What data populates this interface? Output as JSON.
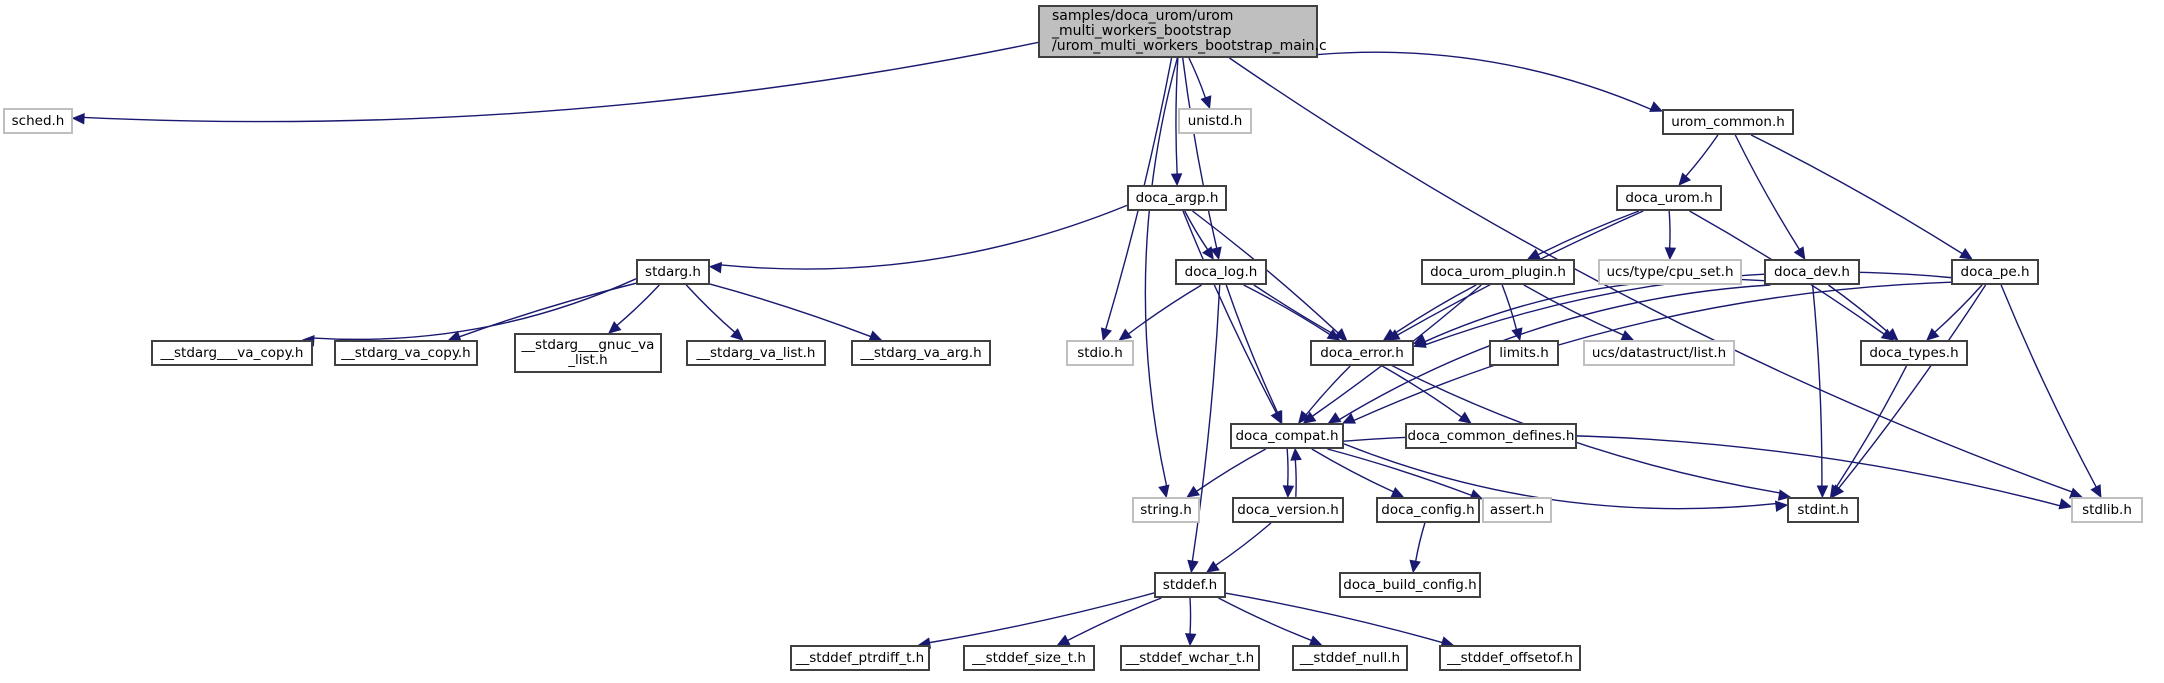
{
  "graph": {
    "title": "Include dependency graph for urom_multi_workers_bootstrap_main.c",
    "edge_color": "#191970",
    "root_fill": "#bfbfbf",
    "node_border": "#404040",
    "external_border": "#bfbfbf",
    "nodes": {
      "root": {
        "label": "samples/doca_urom/urom\n_multi_workers_bootstrap\n/urom_multi_workers_bootstrap_main.c",
        "kind": "root"
      },
      "sched": {
        "label": "sched.h",
        "kind": "external"
      },
      "unistd": {
        "label": "unistd.h",
        "kind": "external"
      },
      "urom_common": {
        "label": "urom_common.h",
        "kind": "documented"
      },
      "doca_argp": {
        "label": "doca_argp.h",
        "kind": "documented"
      },
      "doca_urom": {
        "label": "doca_urom.h",
        "kind": "documented"
      },
      "stdarg": {
        "label": "stdarg.h",
        "kind": "documented"
      },
      "doca_log": {
        "label": "doca_log.h",
        "kind": "documented"
      },
      "doca_urom_plugin": {
        "label": "doca_urom_plugin.h",
        "kind": "documented"
      },
      "cpu_set": {
        "label": "ucs/type/cpu_set.h",
        "kind": "external"
      },
      "doca_dev": {
        "label": "doca_dev.h",
        "kind": "documented"
      },
      "doca_pe": {
        "label": "doca_pe.h",
        "kind": "documented"
      },
      "sva_copy2": {
        "label": "__stdarg___va_copy.h",
        "kind": "documented"
      },
      "sva_copy": {
        "label": "__stdarg_va_copy.h",
        "kind": "documented"
      },
      "sgnuc": {
        "label": "__stdarg___gnuc_va\n_list.h",
        "kind": "documented"
      },
      "sva_list": {
        "label": "__stdarg_va_list.h",
        "kind": "documented"
      },
      "sva_arg": {
        "label": "__stdarg_va_arg.h",
        "kind": "documented"
      },
      "stdio": {
        "label": "stdio.h",
        "kind": "external"
      },
      "doca_error": {
        "label": "doca_error.h",
        "kind": "documented"
      },
      "limits": {
        "label": "limits.h",
        "kind": "documented"
      },
      "ucs_list": {
        "label": "ucs/datastruct/list.h",
        "kind": "external"
      },
      "doca_types": {
        "label": "doca_types.h",
        "kind": "documented"
      },
      "doca_compat": {
        "label": "doca_compat.h",
        "kind": "documented"
      },
      "doca_common_defines": {
        "label": "doca_common_defines.h",
        "kind": "documented"
      },
      "string": {
        "label": "string.h",
        "kind": "external"
      },
      "doca_version": {
        "label": "doca_version.h",
        "kind": "documented"
      },
      "doca_config": {
        "label": "doca_config.h",
        "kind": "documented"
      },
      "assert": {
        "label": "assert.h",
        "kind": "external"
      },
      "stdint": {
        "label": "stdint.h",
        "kind": "documented"
      },
      "stdlib": {
        "label": "stdlib.h",
        "kind": "external"
      },
      "stddef": {
        "label": "stddef.h",
        "kind": "documented"
      },
      "doca_build_config": {
        "label": "doca_build_config.h",
        "kind": "documented"
      },
      "sd_ptrdiff": {
        "label": "__stddef_ptrdiff_t.h",
        "kind": "documented"
      },
      "sd_size": {
        "label": "__stddef_size_t.h",
        "kind": "documented"
      },
      "sd_wchar": {
        "label": "__stddef_wchar_t.h",
        "kind": "documented"
      },
      "sd_null": {
        "label": "__stddef_null.h",
        "kind": "documented"
      },
      "sd_offsetof": {
        "label": "__stddef_offsetof.h",
        "kind": "documented"
      }
    },
    "edges": [
      [
        "root",
        "sched"
      ],
      [
        "root",
        "string"
      ],
      [
        "root",
        "stdio"
      ],
      [
        "root",
        "doca_argp"
      ],
      [
        "root",
        "unistd"
      ],
      [
        "root",
        "doca_log"
      ],
      [
        "root",
        "urom_common"
      ],
      [
        "root",
        "stdlib"
      ],
      [
        "doca_argp",
        "stdarg"
      ],
      [
        "doca_argp",
        "doca_log"
      ],
      [
        "doca_argp",
        "doca_error"
      ],
      [
        "doca_argp",
        "doca_compat"
      ],
      [
        "stdarg",
        "sva_copy2"
      ],
      [
        "stdarg",
        "sva_copy"
      ],
      [
        "stdarg",
        "sgnuc"
      ],
      [
        "stdarg",
        "sva_list"
      ],
      [
        "stdarg",
        "sva_arg"
      ],
      [
        "doca_log",
        "stdio"
      ],
      [
        "doca_log",
        "doca_error"
      ],
      [
        "doca_log",
        "doca_compat"
      ],
      [
        "doca_log",
        "stddef"
      ],
      [
        "doca_log",
        "stdint"
      ],
      [
        "urom_common",
        "doca_urom"
      ],
      [
        "urom_common",
        "doca_dev"
      ],
      [
        "urom_common",
        "doca_pe"
      ],
      [
        "doca_urom",
        "doca_urom_plugin"
      ],
      [
        "doca_urom",
        "cpu_set"
      ],
      [
        "doca_urom",
        "doca_error"
      ],
      [
        "doca_urom",
        "doca_types"
      ],
      [
        "doca_urom_plugin",
        "doca_error"
      ],
      [
        "doca_urom_plugin",
        "limits"
      ],
      [
        "doca_urom_plugin",
        "ucs_list"
      ],
      [
        "doca_urom_plugin",
        "doca_compat"
      ],
      [
        "doca_dev",
        "doca_error"
      ],
      [
        "doca_dev",
        "doca_types"
      ],
      [
        "doca_dev",
        "doca_compat"
      ],
      [
        "doca_dev",
        "stdint"
      ],
      [
        "doca_pe",
        "doca_error"
      ],
      [
        "doca_pe",
        "doca_types"
      ],
      [
        "doca_pe",
        "doca_compat"
      ],
      [
        "doca_pe",
        "stdint"
      ],
      [
        "doca_pe",
        "stdlib"
      ],
      [
        "doca_types",
        "stdint"
      ],
      [
        "doca_error",
        "doca_compat"
      ],
      [
        "doca_error",
        "doca_common_defines"
      ],
      [
        "doca_compat",
        "string"
      ],
      [
        "doca_compat",
        "doca_version"
      ],
      [
        "doca_compat",
        "doca_config"
      ],
      [
        "doca_compat",
        "assert"
      ],
      [
        "doca_compat",
        "stdint"
      ],
      [
        "doca_compat",
        "stdlib"
      ],
      [
        "doca_version",
        "doca_compat"
      ],
      [
        "doca_version",
        "stddef"
      ],
      [
        "doca_config",
        "doca_build_config"
      ],
      [
        "stddef",
        "sd_ptrdiff"
      ],
      [
        "stddef",
        "sd_size"
      ],
      [
        "stddef",
        "sd_wchar"
      ],
      [
        "stddef",
        "sd_null"
      ],
      [
        "stddef",
        "sd_offsetof"
      ]
    ]
  }
}
